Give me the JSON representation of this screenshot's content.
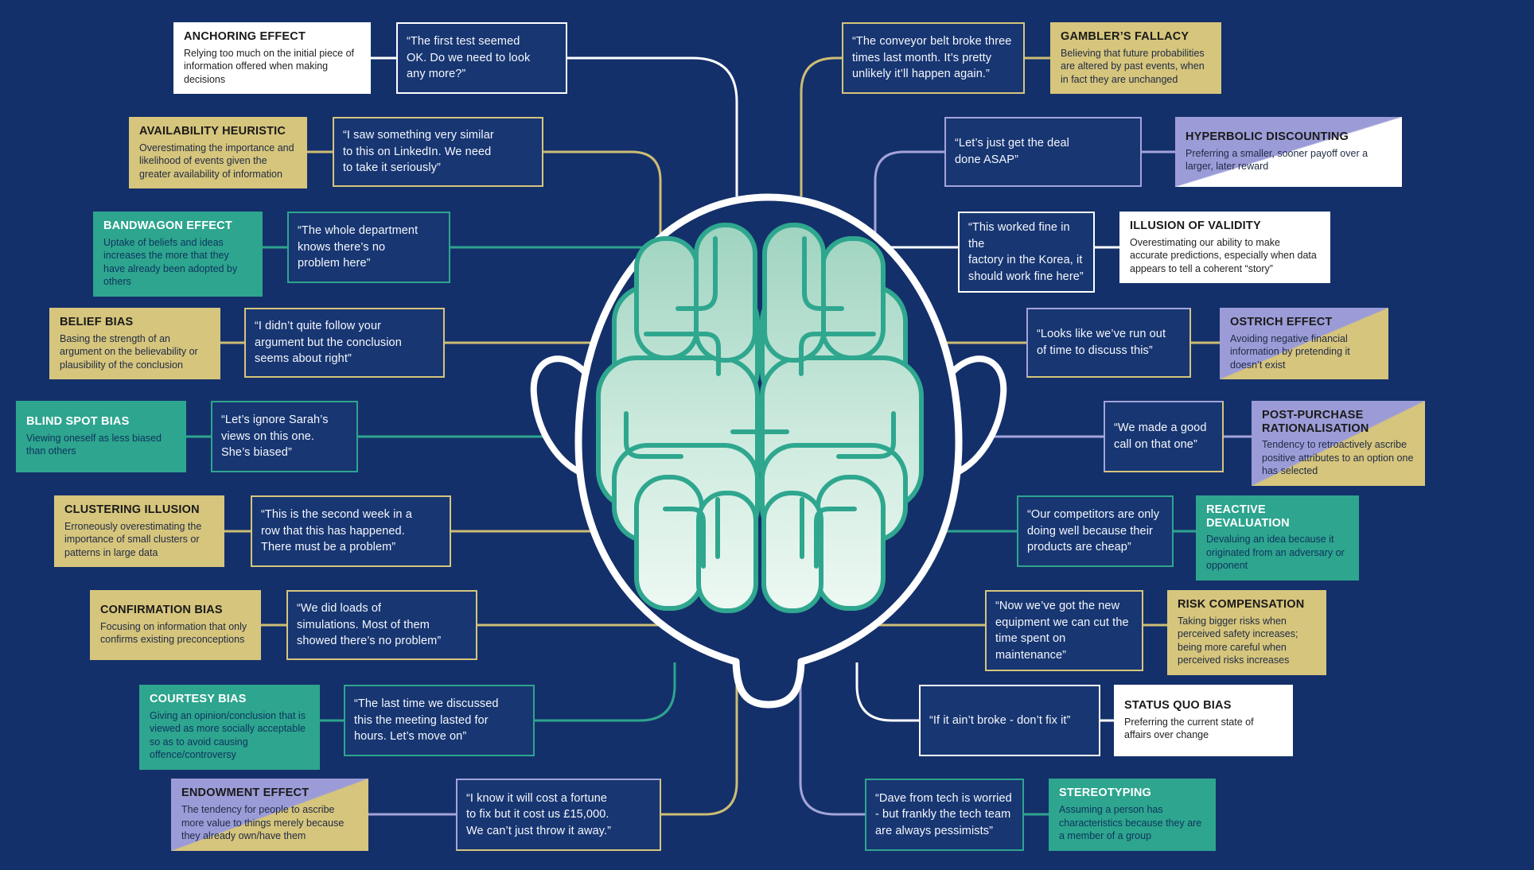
{
  "colors": {
    "background": "#14306A",
    "quote_box_fill": "#183672",
    "tan": "#D6C57C",
    "teal": "#2EA58E",
    "purple": "#9B9CD7",
    "white": "#FFFFFF",
    "head_outline": "#FFFFFF",
    "brain_stroke": "#2FA78F",
    "brain_fill_top": "#9FD3C0",
    "brain_fill_bottom": "#F1FAF5",
    "quote_text": "#F5F8FC",
    "dark_text": "#1A1A1A"
  },
  "biases": {
    "left": [
      {
        "name": "ANCHORING EFFECT",
        "description": "Relying too much on the initial piece of information offered when making decisions",
        "quote": "“The first test seemed\nOK. Do we need to look\nany more?”",
        "theme": "white"
      },
      {
        "name": "AVAILABILITY HEURISTIC",
        "description": "Overestimating the importance and likelihood of events given the greater availability of information",
        "quote": "“I saw something very similar\nto this on LinkedIn. We need\nto take it seriously”",
        "theme": "tan"
      },
      {
        "name": "BANDWAGON EFFECT",
        "description": "Uptake of beliefs and ideas increases the more that they have already been adopted by others",
        "quote": "“The whole department\nknows there’s no\nproblem here”",
        "theme": "teal"
      },
      {
        "name": "BELIEF BIAS",
        "description": "Basing the strength of an argument on the believability or plausibility of the conclusion",
        "quote": "“I didn’t quite follow your\nargument but the conclusion\nseems about right”",
        "theme": "tan"
      },
      {
        "name": "BLIND SPOT BIAS",
        "description": "Viewing oneself as less biased than others",
        "quote": "“Let’s ignore Sarah’s\nviews on this one.\nShe’s biased”",
        "theme": "teal"
      },
      {
        "name": "CLUSTERING ILLUSION",
        "description": "Erroneously overestimating the importance of small clusters or patterns in large data",
        "quote": "“This is the second week in a\nrow that this has happened.\nThere must be a problem”",
        "theme": "tan"
      },
      {
        "name": "CONFIRMATION BIAS",
        "description": "Focusing on information that only confirms existing preconceptions",
        "quote": "“We did loads of\nsimulations. Most of them\nshowed there’s no problem”",
        "theme": "tan"
      },
      {
        "name": "COURTESY BIAS",
        "description": "Giving an opinion/conclusion that is viewed as more socially acceptable so as to avoid causing offence/controversy",
        "quote": "“The last time we discussed\nthis the meeting lasted for\nhours. Let’s move on”",
        "theme": "teal"
      },
      {
        "name": "ENDOWMENT EFFECT",
        "description": "The tendency for people to ascribe more value to things merely because they already own/have them",
        "quote": "“I know it will cost a fortune\nto fix but it cost us £15,000.\nWe can’t just throw it away.”",
        "theme": "purple-tan"
      }
    ],
    "right": [
      {
        "name": "GAMBLER’S FALLACY",
        "description": "Believing that future probabilities are altered by past events, when in fact they are unchanged",
        "quote": "“The conveyor belt broke three\ntimes last month. It’s pretty\nunlikely it’ll happen again.”",
        "theme": "tan"
      },
      {
        "name": "HYPERBOLIC DISCOUNTING",
        "description": "Preferring a smaller, sooner payoff over a larger, later reward",
        "quote": "“Let’s just get the deal\ndone ASAP”",
        "theme": "purple-white"
      },
      {
        "name": "ILLUSION OF VALIDITY",
        "description": "Overestimating our ability to make accurate predictions, especially when data appears to tell a coherent “story”",
        "quote": "“This worked fine in the\nfactory in the Korea, it\nshould work fine here”",
        "theme": "white"
      },
      {
        "name": "OSTRICH EFFECT",
        "description": "Avoiding negative financial information by pretending it doesn’t exist",
        "quote": "“Looks like we’ve run out\nof time to discuss this”",
        "theme": "purple-tan"
      },
      {
        "name": "POST-PURCHASE RATIONALISATION",
        "description": "Tendency to retroactively ascribe positive attributes to an option one has selected",
        "quote": "“We made a good\ncall on that one”",
        "theme": "purple-tan"
      },
      {
        "name": "REACTIVE DEVALUATION",
        "description": "Devaluing an idea because it originated from an adversary or opponent",
        "quote": "“Our competitors are only\ndoing well because their\nproducts are cheap”",
        "theme": "teal"
      },
      {
        "name": "RISK COMPENSATION",
        "description": "Taking bigger risks when perceived safety increases; being more careful when perceived risks increases",
        "quote": "“Now we’ve got the new\nequipment we can cut the\ntime spent on maintenance”",
        "theme": "tan"
      },
      {
        "name": "STATUS QUO BIAS",
        "description": "Preferring the current state of affairs over change",
        "quote": "“If it ain’t broke - don’t fix it”",
        "theme": "white"
      },
      {
        "name": "STEREOTYPING",
        "description": "Assuming a person has characteristics because they are a member of a group",
        "quote": "“Dave from tech is worried\n- but frankly the tech team\nare always pessimists”",
        "theme": "teal"
      }
    ]
  }
}
